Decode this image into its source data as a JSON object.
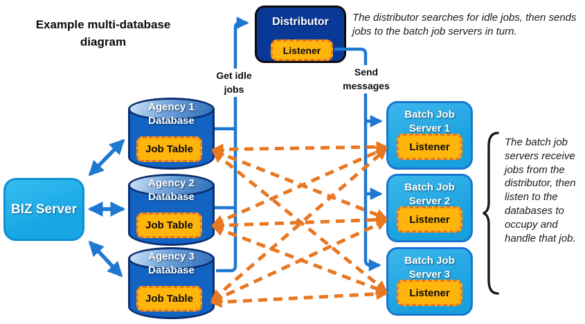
{
  "title": {
    "line1": "Example multi-database",
    "line2": "diagram"
  },
  "distributor": {
    "label": "Distributor",
    "listener": "Listener"
  },
  "biz_server": {
    "label": "BIZ Server"
  },
  "databases": [
    {
      "line1": "Agency 1",
      "line2": "Database",
      "table": "Job Table"
    },
    {
      "line1": "Agency 2",
      "line2": "Database",
      "table": "Job Table"
    },
    {
      "line1": "Agency 3",
      "line2": "Database",
      "table": "Job Table"
    }
  ],
  "batch_servers": [
    {
      "line1": "Batch Job",
      "line2": "Server 1",
      "listener": "Listener"
    },
    {
      "line1": "Batch Job",
      "line2": "Server 2",
      "listener": "Listener"
    },
    {
      "line1": "Batch Job",
      "line2": "Server 3",
      "listener": "Listener"
    }
  ],
  "edge_labels": {
    "get_idle": {
      "line1": "Get idle",
      "line2": "jobs"
    },
    "send_messages": {
      "line1": "Send",
      "line2": "messages"
    }
  },
  "annotations": {
    "distributor_note": "The distributor searches for idle jobs, then sends jobs to the batch job servers in turn.",
    "batch_note": "The batch job servers receive jobs from the distributor, then listen to the databases to occupy and handle that job."
  },
  "colors": {
    "distributor_navy": "#0a3896",
    "cylinder_blue": "#1263c2",
    "cylinder_border": "#0a2f72",
    "server_blue": "#21a8e6",
    "server_border": "#1776d2",
    "biz_blue": "#19ade9",
    "badge_orange": "#ffb60c",
    "badge_border_orange": "#e87722",
    "connector_blue": "#1e78d2",
    "dashed_orange": "#e87722"
  }
}
